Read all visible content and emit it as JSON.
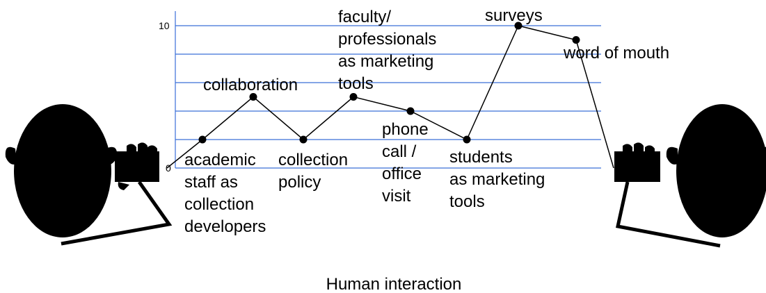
{
  "caption": "Human interaction",
  "axis": {
    "y_min_label": "0",
    "y_max_label": "10"
  },
  "accent_color": "#3a6fd8",
  "chart_data": {
    "type": "line",
    "ylim": [
      0,
      10
    ],
    "grid": true,
    "points": [
      {
        "x": 0,
        "y": 0,
        "label": []
      },
      {
        "x": 1,
        "y": 2,
        "label": [
          "academic",
          "staff as",
          "collection",
          "developers"
        ]
      },
      {
        "x": 2,
        "y": 5,
        "label": [
          "collaboration"
        ]
      },
      {
        "x": 3,
        "y": 2,
        "label": [
          "collection",
          "policy"
        ]
      },
      {
        "x": 4,
        "y": 5,
        "label": [
          "faculty/",
          "professionals",
          "as marketing",
          "tools"
        ]
      },
      {
        "x": 5,
        "y": 4,
        "label": [
          "phone",
          "call /",
          "office",
          "visit"
        ]
      },
      {
        "x": 6,
        "y": 2,
        "label": [
          "students",
          "as marketing",
          "tools"
        ]
      },
      {
        "x": 7,
        "y": 10,
        "label": [
          "surveys"
        ]
      },
      {
        "x": 8,
        "y": 9,
        "label": [
          "word of mouth"
        ]
      },
      {
        "x": 9,
        "y": 0,
        "label": []
      }
    ]
  }
}
